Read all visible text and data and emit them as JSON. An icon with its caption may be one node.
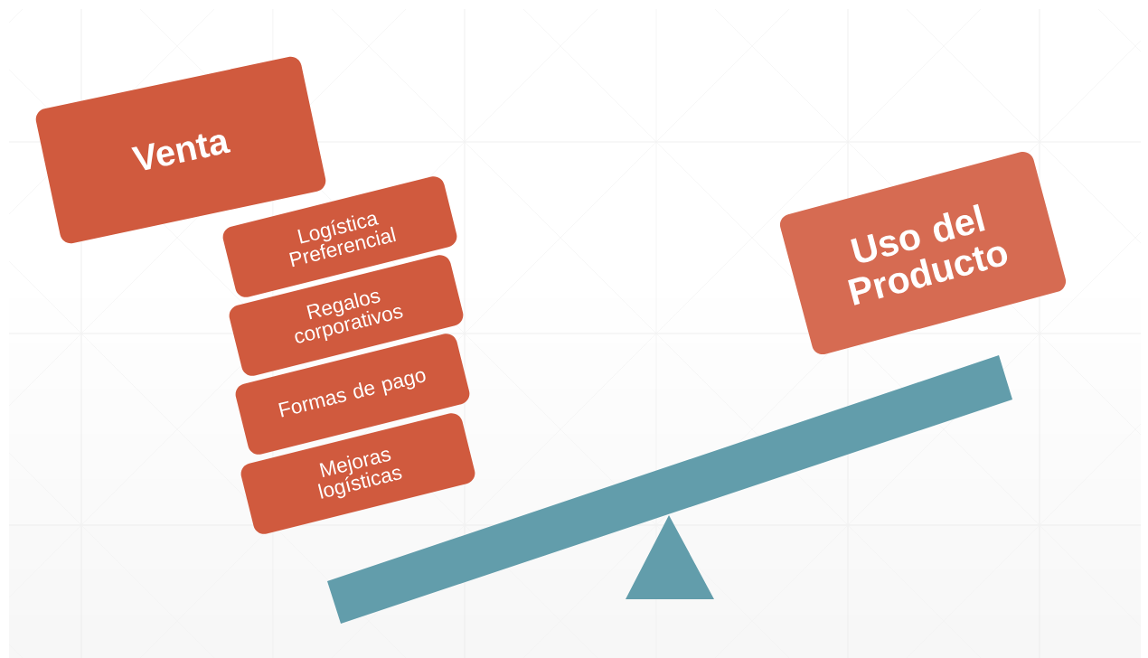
{
  "diagram": {
    "nodes": [
      {
        "text": [
          "Venta"
        ]
      },
      {
        "text": [
          "Logística Preferencial"
        ]
      },
      {
        "text": [
          "Regalos corporativos"
        ]
      },
      {
        "text": [
          "Formas de pago"
        ]
      },
      {
        "text": [
          "Mejoras logísticas"
        ]
      },
      {
        "text": [
          "Uso del Producto"
        ]
      }
    ]
  }
}
